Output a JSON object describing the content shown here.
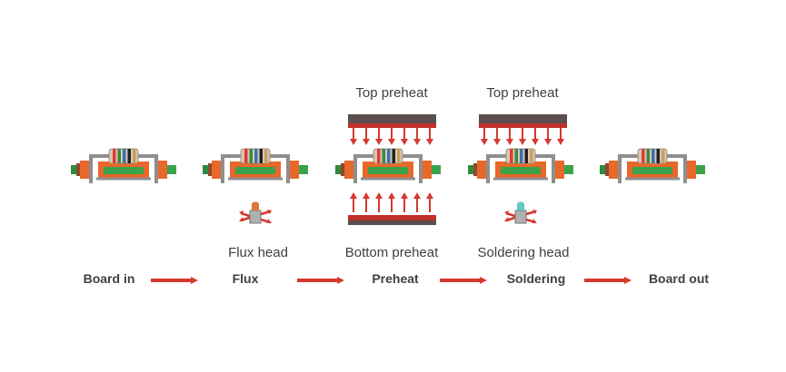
{
  "steps": [
    {
      "label": "Board in"
    },
    {
      "label": "Flux"
    },
    {
      "label": "Preheat"
    },
    {
      "label": "Soldering"
    },
    {
      "label": "Board out"
    }
  ],
  "labels": {
    "top_preheat_1": "Top preheat",
    "top_preheat_2": "Top preheat",
    "flux_head": "Flux head",
    "bottom_preheat": "Bottom preheat",
    "soldering_head": "Soldering head"
  },
  "colors": {
    "arrow": "#d6392f",
    "heater_dark": "#5a4e4e",
    "heater_red": "#c0312b",
    "pcb_green": "#2f8a3e",
    "pad_orange": "#e8672a",
    "lead_gray": "#8e8e8e",
    "body_green": "#3aa34a",
    "flux_tip": "#d9783c",
    "solder_tip": "#5fc9c2",
    "text": "#404040"
  },
  "resistor_bands": [
    "#e23a3a",
    "#3a8a3a",
    "#3b6fb5",
    "#222222",
    "#c8a060"
  ]
}
